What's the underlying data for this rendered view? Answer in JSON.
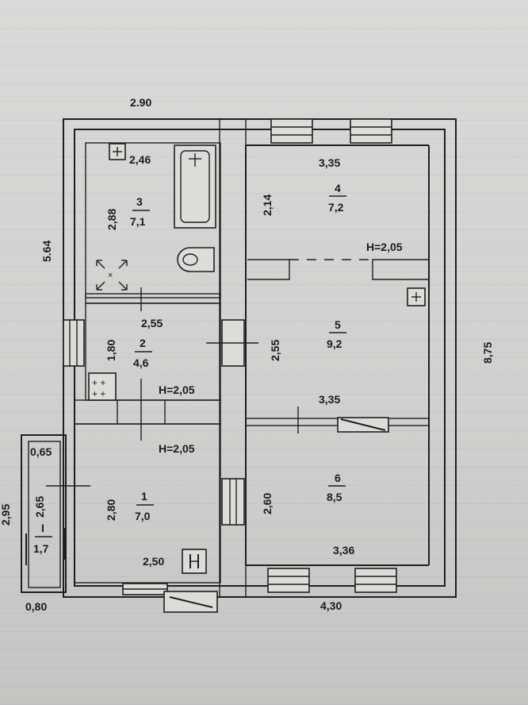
{
  "plan": {
    "overall": {
      "top_width": "2.90",
      "left_height": "5.64",
      "right_height": "8,75",
      "bottom_right_width": "4,30",
      "bottom_left_width": "0,80",
      "left_edge_partial": "2,95"
    },
    "rooms": [
      {
        "id": "3",
        "area": "7,1",
        "width": "2,46",
        "height": "2,88"
      },
      {
        "id": "2",
        "area": "4,6",
        "width": "2,55",
        "height": "1,80",
        "ceiling": "H=2,05"
      },
      {
        "id": "1",
        "area": "7,0",
        "width": "2,50",
        "height": "2,80",
        "ceiling": "H=2,05"
      },
      {
        "id": "I",
        "area": "1,7",
        "width": "0,65",
        "height": "2,65"
      },
      {
        "id": "4",
        "area": "7,2",
        "width": "3,35",
        "height": "2,14",
        "ceiling": "H=2,05"
      },
      {
        "id": "5",
        "area": "9,2",
        "width": "3,35",
        "height": "2,55"
      },
      {
        "id": "6",
        "area": "8,5",
        "width": "3,36",
        "height": "2,60"
      }
    ]
  }
}
